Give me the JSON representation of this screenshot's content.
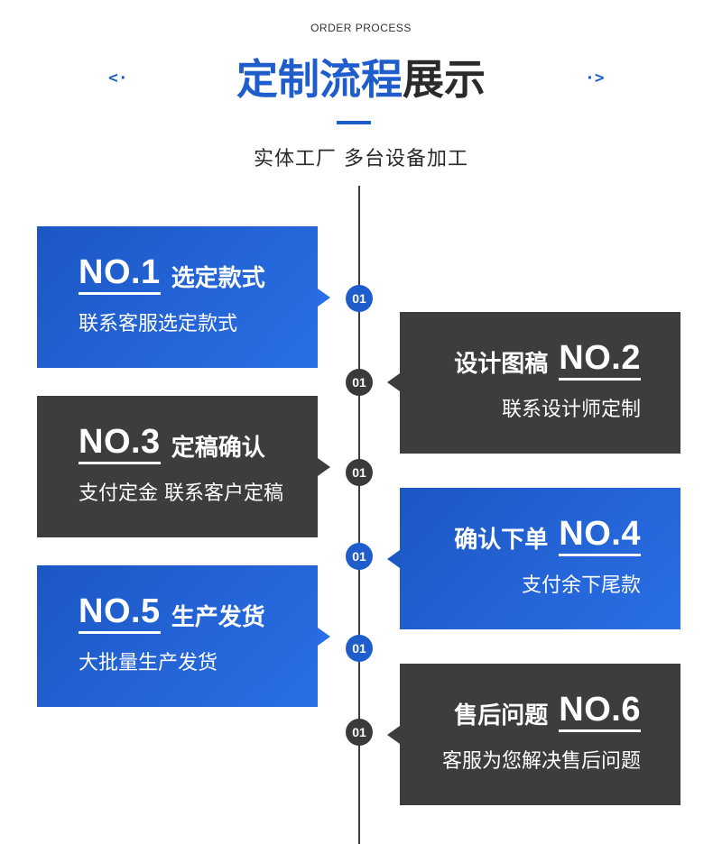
{
  "header": {
    "top_label": "ORDER PROCESS",
    "title_blue": "定制流程",
    "title_dark": "展示",
    "arrow_left": "<·",
    "arrow_right": "·>",
    "subtitle": "实体工厂  多台设备加工"
  },
  "steps": [
    {
      "no": "NO.1",
      "name": "选定款式",
      "desc": "联系客服选定款式",
      "marker": "01",
      "side": "left",
      "color": "blue"
    },
    {
      "no": "NO.2",
      "name": "设计图稿",
      "desc": "联系设计师定制",
      "marker": "01",
      "side": "right",
      "color": "dark"
    },
    {
      "no": "NO.3",
      "name": "定稿确认",
      "desc": "支付定金 联系客户定稿",
      "marker": "01",
      "side": "left",
      "color": "dark"
    },
    {
      "no": "NO.4",
      "name": "确认下单",
      "desc": "支付余下尾款",
      "marker": "01",
      "side": "right",
      "color": "blue"
    },
    {
      "no": "NO.5",
      "name": "生产发货",
      "desc": "大批量生产发货",
      "marker": "01",
      "side": "left",
      "color": "blue"
    },
    {
      "no": "NO.6",
      "name": "售后问题",
      "desc": "客服为您解决售后问题",
      "marker": "01",
      "side": "right",
      "color": "dark"
    }
  ],
  "colors": {
    "blue": "#1f5dcc",
    "dark": "#3d3d3d",
    "background": "#ffffff"
  }
}
